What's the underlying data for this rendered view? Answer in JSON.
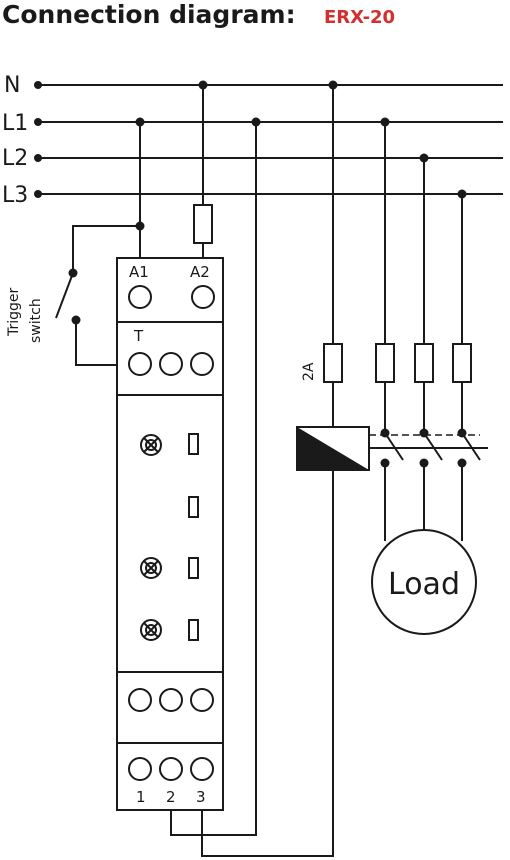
{
  "title": "Connection diagram:",
  "model": "ERX-20",
  "colors": {
    "ink": "#1a1a1a",
    "accent": "#d32f2f",
    "background": "#ffffff"
  },
  "buses": [
    "N",
    "L1",
    "L2",
    "L3"
  ],
  "terminals": {
    "a1": "A1",
    "a2": "A2",
    "t": "T",
    "n1": "1",
    "n2": "2",
    "n3": "3"
  },
  "trigger_switch": [
    "Trigger",
    "switch"
  ],
  "fuse_rating": "2A",
  "load": "Load",
  "icons": [
    "led-icon",
    "fuse-icon",
    "contactor-coil-icon",
    "switch-contact-icon"
  ]
}
